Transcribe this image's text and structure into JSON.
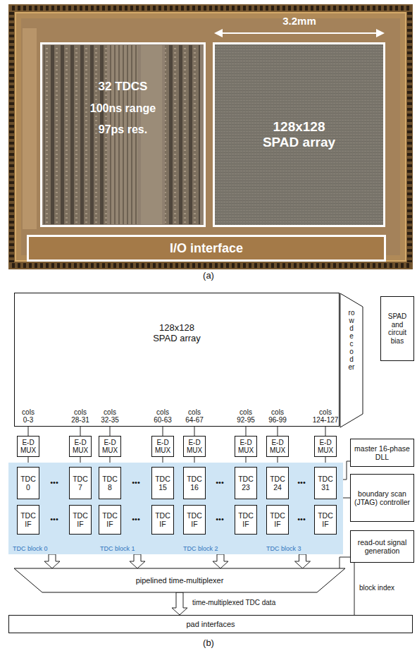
{
  "diagram": {
    "nodes": [
      {
        "text": [
          "32 TDCS",
          "100ns range",
          "97ps res."
        ]
      },
      {
        "text": [
          "128x128 SPAD array"
        ]
      },
      {
        "text": [
          "I/O interface"
        ]
      },
      {
        "text": [
          "128x128 SPAD array"
        ]
      },
      {
        "text": [
          "row decoder"
        ]
      },
      {
        "text": [
          "SPAD and circuit bias"
        ]
      },
      {
        "text": [
          "E-D MUX"
        ]
      },
      {
        "text": [
          "E-D MUX"
        ]
      },
      {
        "text": [
          "E-D MUX"
        ]
      },
      {
        "text": [
          "E-D MUX"
        ]
      },
      {
        "text": [
          "E-D MUX"
        ]
      },
      {
        "text": [
          "E-D MUX"
        ]
      },
      {
        "text": [
          "E-D MUX"
        ]
      },
      {
        "text": [
          "E-D MUX"
        ]
      },
      {
        "text": [
          "TDC block 0"
        ]
      },
      {
        "text": [
          "TDC 0"
        ],
        "in": 14
      },
      {
        "text": [
          "TDC 7"
        ],
        "in": 14
      },
      {
        "text": [
          "TDC IF"
        ],
        "in": 14
      },
      {
        "text": [
          "TDC IF"
        ],
        "in": 14
      },
      {
        "text": [
          "TDC block 1"
        ]
      },
      {
        "text": [
          "TDC 8"
        ],
        "in": 19
      },
      {
        "text": [
          "TDC 15"
        ],
        "in": 19
      },
      {
        "text": [
          "TDC IF"
        ],
        "in": 19
      },
      {
        "text": [
          "TDC IF"
        ],
        "in": 19
      },
      {
        "text": [
          "TDC block 2"
        ]
      },
      {
        "text": [
          "TDC 16"
        ],
        "in": 24
      },
      {
        "text": [
          "TDC 23"
        ],
        "in": 24
      },
      {
        "text": [
          "TDC IF"
        ],
        "in": 24
      },
      {
        "text": [
          "TDC IF"
        ],
        "in": 24
      },
      {
        "text": [
          "TDC block 3"
        ]
      },
      {
        "text": [
          "TDC 24"
        ],
        "in": 29
      },
      {
        "text": [
          "TDC 31"
        ],
        "in": 29
      },
      {
        "text": [
          "TDC IF"
        ],
        "in": 29
      },
      {
        "text": [
          "TDC IF"
        ],
        "in": 29
      },
      {
        "text": [
          "master 16-phase DLL"
        ]
      },
      {
        "text": [
          "boundary scan (JTAG) controller"
        ]
      },
      {
        "text": [
          "read-out signal generation"
        ]
      },
      {
        "text": [
          "pipelined time-multiplexer"
        ]
      },
      {
        "text": [
          "pad interfaces"
        ]
      }
    ],
    "edges": [
      {
        "from": 3,
        "to": 6,
        "arrow": "none"
      },
      {
        "from": 3,
        "to": 7,
        "arrow": "none"
      },
      {
        "from": 3,
        "to": 8,
        "arrow": "none"
      },
      {
        "from": 3,
        "to": 9,
        "arrow": "none"
      },
      {
        "from": 3,
        "to": 10,
        "arrow": "none"
      },
      {
        "from": 3,
        "to": 11,
        "arrow": "none"
      },
      {
        "from": 3,
        "to": 12,
        "arrow": "none"
      },
      {
        "from": 3,
        "to": 13,
        "arrow": "none"
      },
      {
        "from": 6,
        "to": 15,
        "arrow": "none"
      },
      {
        "from": 7,
        "to": 16,
        "arrow": "none"
      },
      {
        "from": 8,
        "to": 20,
        "arrow": "none"
      },
      {
        "from": 9,
        "to": 21,
        "arrow": "none"
      },
      {
        "from": 10,
        "to": 25,
        "arrow": "none"
      },
      {
        "from": 11,
        "to": 26,
        "arrow": "none"
      },
      {
        "from": 12,
        "to": 30,
        "arrow": "none"
      },
      {
        "from": 13,
        "to": 31,
        "arrow": "none"
      },
      {
        "from": 15,
        "to": 17,
        "arrow": "none"
      },
      {
        "from": 16,
        "to": 18,
        "arrow": "none"
      },
      {
        "from": 20,
        "to": 22,
        "arrow": "none"
      },
      {
        "from": 21,
        "to": 23,
        "arrow": "none"
      },
      {
        "from": 25,
        "to": 27,
        "arrow": "none"
      },
      {
        "from": 26,
        "to": 28,
        "arrow": "none"
      },
      {
        "from": 30,
        "to": 32,
        "arrow": "none"
      },
      {
        "from": 31,
        "to": 33,
        "arrow": "none"
      },
      {
        "from": 14,
        "to": 37,
        "arrow": "to"
      },
      {
        "from": 19,
        "to": 37,
        "arrow": "to"
      },
      {
        "from": 24,
        "to": 37,
        "arrow": "to"
      },
      {
        "from": 29,
        "to": 37,
        "arrow": "to"
      },
      {
        "from": 37,
        "to": 38,
        "label": "time-multiplexed TDC data",
        "arrow": "to"
      },
      {
        "from": 36,
        "to": 37,
        "arrow": "none"
      },
      {
        "from": 36,
        "to": 38,
        "label": "block index",
        "arrow": "none"
      },
      {
        "from": 34,
        "to": 29,
        "arrow": "none"
      },
      {
        "from": 35,
        "to": 29,
        "arrow": "none"
      }
    ],
    "labels": [
      "3.2mm",
      "(a)",
      "cols 0-3",
      "cols 28-31",
      "cols 32-35",
      "cols 60-63",
      "cols 64-67",
      "cols 92-95",
      "cols 96-99",
      "cols 124-127",
      "•••",
      "•••",
      "•••",
      "•••",
      "•••",
      "•••",
      "•••",
      "•••",
      "(b)"
    ]
  }
}
